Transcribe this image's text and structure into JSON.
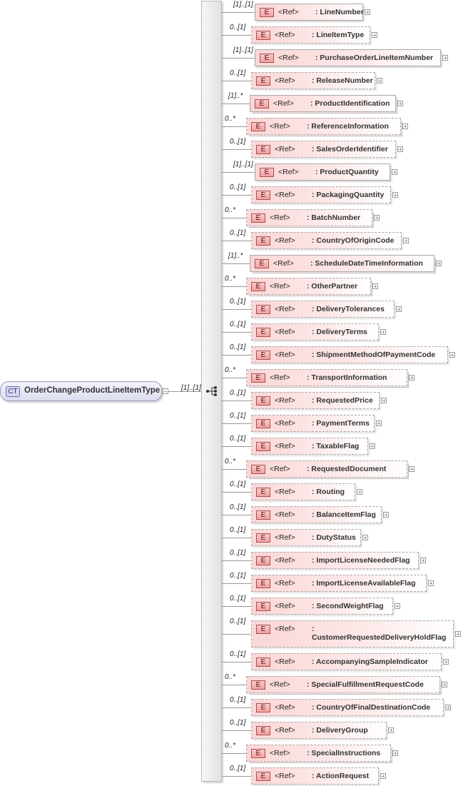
{
  "root": {
    "badge": "CT",
    "label": "OrderChangeProductLineItemType",
    "cardinality": "[1]..[1]",
    "collapse_icon": "minus"
  },
  "sequence": {
    "icon": "sequence-icon"
  },
  "elements": [
    {
      "card": "[1]..[1]",
      "badge": "E",
      "ref": "<Ref>",
      "name": ": LineNumber",
      "kind": "req"
    },
    {
      "card": "0..[1]",
      "badge": "E",
      "ref": "<Ref>",
      "name": ": LineItemType",
      "kind": "opt"
    },
    {
      "card": "[1]..[1]",
      "badge": "E",
      "ref": "<Ref>",
      "name": ": PurchaseOrderLineItemNumber",
      "kind": "req"
    },
    {
      "card": "0..[1]",
      "badge": "E",
      "ref": "<Ref>",
      "name": ": ReleaseNumber",
      "kind": "opt"
    },
    {
      "card": "[1]..*",
      "badge": "E",
      "ref": "<Ref>",
      "name": ": ProductIdentification",
      "kind": "reqmulti"
    },
    {
      "card": "0..*",
      "badge": "E",
      "ref": "<Ref>",
      "name": ": ReferenceInformation",
      "kind": "optmulti"
    },
    {
      "card": "0..[1]",
      "badge": "E",
      "ref": "<Ref>",
      "name": ": SalesOrderIdentifier",
      "kind": "opt"
    },
    {
      "card": "[1]..[1]",
      "badge": "E",
      "ref": "<Ref>",
      "name": ": ProductQuantity",
      "kind": "req"
    },
    {
      "card": "0..[1]",
      "badge": "E",
      "ref": "<Ref>",
      "name": ": PackagingQuantity",
      "kind": "opt"
    },
    {
      "card": "0..*",
      "badge": "E",
      "ref": "<Ref>",
      "name": ": BatchNumber",
      "kind": "optmulti"
    },
    {
      "card": "0..[1]",
      "badge": "E",
      "ref": "<Ref>",
      "name": ": CountryOfOriginCode",
      "kind": "opt"
    },
    {
      "card": "[1]..*",
      "badge": "E",
      "ref": "<Ref>",
      "name": ": ScheduleDateTimeInformation",
      "kind": "reqmulti"
    },
    {
      "card": "0..*",
      "badge": "E",
      "ref": "<Ref>",
      "name": ": OtherPartner",
      "kind": "optmulti"
    },
    {
      "card": "0..[1]",
      "badge": "E",
      "ref": "<Ref>",
      "name": ": DeliveryTolerances",
      "kind": "opt"
    },
    {
      "card": "0..[1]",
      "badge": "E",
      "ref": "<Ref>",
      "name": ": DeliveryTerms",
      "kind": "opt"
    },
    {
      "card": "0..[1]",
      "badge": "E",
      "ref": "<Ref>",
      "name": ": ShipmentMethodOfPaymentCode",
      "kind": "opt"
    },
    {
      "card": "0..*",
      "badge": "E",
      "ref": "<Ref>",
      "name": ": TransportInformation",
      "kind": "optmulti"
    },
    {
      "card": "0..[1]",
      "badge": "E",
      "ref": "<Ref>",
      "name": ": RequestedPrice",
      "kind": "opt"
    },
    {
      "card": "0..[1]",
      "badge": "E",
      "ref": "<Ref>",
      "name": ": PaymentTerms",
      "kind": "opt"
    },
    {
      "card": "0..[1]",
      "badge": "E",
      "ref": "<Ref>",
      "name": ": TaxableFlag",
      "kind": "opt"
    },
    {
      "card": "0..*",
      "badge": "E",
      "ref": "<Ref>",
      "name": ": RequestedDocument",
      "kind": "optmulti"
    },
    {
      "card": "0..[1]",
      "badge": "E",
      "ref": "<Ref>",
      "name": ": Routing",
      "kind": "opt"
    },
    {
      "card": "0..[1]",
      "badge": "E",
      "ref": "<Ref>",
      "name": ": BalanceItemFlag",
      "kind": "opt"
    },
    {
      "card": "0..[1]",
      "badge": "E",
      "ref": "<Ref>",
      "name": ": DutyStatus",
      "kind": "opt"
    },
    {
      "card": "0..[1]",
      "badge": "E",
      "ref": "<Ref>",
      "name": ": ImportLicenseNeededFlag",
      "kind": "opt"
    },
    {
      "card": "0..[1]",
      "badge": "E",
      "ref": "<Ref>",
      "name": ": ImportLicenseAvailableFlag",
      "kind": "opt"
    },
    {
      "card": "0..[1]",
      "badge": "E",
      "ref": "<Ref>",
      "name": ": SecondWeightFlag",
      "kind": "opt"
    },
    {
      "card": "0..[1]",
      "badge": "E",
      "ref": "<Ref>",
      "name": ": CustomerRequestedDeliveryHoldFlag",
      "kind": "opt",
      "tall": true
    },
    {
      "card": "0..[1]",
      "badge": "E",
      "ref": "<Ref>",
      "name": ": AccompanyingSampleIndicator",
      "kind": "opt"
    },
    {
      "card": "0..*",
      "badge": "E",
      "ref": "<Ref>",
      "name": ": SpecialFulfillmentRequestCode",
      "kind": "optmulti"
    },
    {
      "card": "0..[1]",
      "badge": "E",
      "ref": "<Ref>",
      "name": ": CountryOfFinalDestinationCode",
      "kind": "opt"
    },
    {
      "card": "0..[1]",
      "badge": "E",
      "ref": "<Ref>",
      "name": ": DeliveryGroup",
      "kind": "opt"
    },
    {
      "card": "0..*",
      "badge": "E",
      "ref": "<Ref>",
      "name": ": SpecialInstructions",
      "kind": "optmulti"
    },
    {
      "card": "0..[1]",
      "badge": "E",
      "ref": "<Ref>",
      "name": ": ActionRequest",
      "kind": "opt"
    }
  ],
  "colors": {
    "element_fill": "#fbd6d6",
    "element_badge": "#f2a0a0",
    "complex_type_fill": "#dcdcf0",
    "connector": "#999999"
  }
}
